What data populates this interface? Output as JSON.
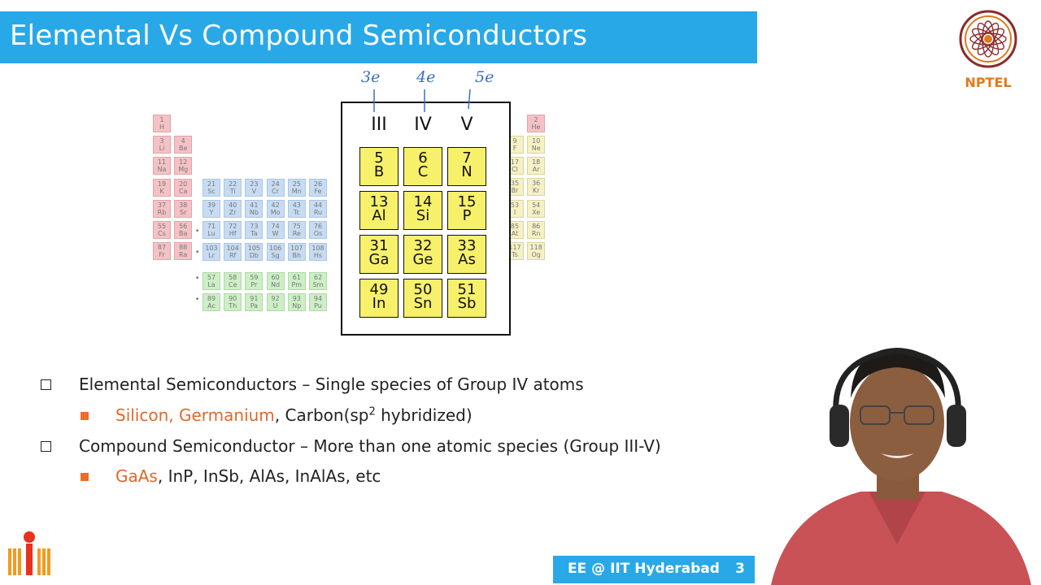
{
  "slide": {
    "title": "Elemental Vs Compound Semiconductors",
    "page_number": "3",
    "footer": "EE @ IIT Hyderabad"
  },
  "logo": {
    "label": "NPTEL"
  },
  "highlight": {
    "groups": [
      "III",
      "IV",
      "V"
    ],
    "annotations": [
      "3e",
      "4e",
      "5e"
    ],
    "elements": [
      [
        {
          "n": "5",
          "s": "B"
        },
        {
          "n": "6",
          "s": "C"
        },
        {
          "n": "7",
          "s": "N"
        }
      ],
      [
        {
          "n": "13",
          "s": "Al"
        },
        {
          "n": "14",
          "s": "Si"
        },
        {
          "n": "15",
          "s": "P"
        }
      ],
      [
        {
          "n": "31",
          "s": "Ga"
        },
        {
          "n": "32",
          "s": "Ge"
        },
        {
          "n": "33",
          "s": "As"
        }
      ],
      [
        {
          "n": "49",
          "s": "In"
        },
        {
          "n": "50",
          "s": "Sn"
        },
        {
          "n": "51",
          "s": "Sb"
        }
      ]
    ]
  },
  "periodic_table": {
    "left": [
      [
        {
          "n": "1",
          "s": "H",
          "c": "red"
        },
        null
      ],
      [
        {
          "n": "3",
          "s": "Li",
          "c": "red"
        },
        {
          "n": "4",
          "s": "Be",
          "c": "red"
        }
      ],
      [
        {
          "n": "11",
          "s": "Na",
          "c": "red"
        },
        {
          "n": "12",
          "s": "Mg",
          "c": "red"
        }
      ],
      [
        {
          "n": "19",
          "s": "K",
          "c": "red"
        },
        {
          "n": "20",
          "s": "Ca",
          "c": "red"
        }
      ],
      [
        {
          "n": "37",
          "s": "Rb",
          "c": "red"
        },
        {
          "n": "38",
          "s": "Sr",
          "c": "red"
        }
      ],
      [
        {
          "n": "55",
          "s": "Cs",
          "c": "red"
        },
        {
          "n": "56",
          "s": "Ba",
          "c": "red"
        }
      ],
      [
        {
          "n": "87",
          "s": "Fr",
          "c": "red"
        },
        {
          "n": "88",
          "s": "Ra",
          "c": "red"
        }
      ]
    ],
    "transition": [
      [
        {
          "n": "21",
          "s": "Sc"
        },
        {
          "n": "22",
          "s": "Ti"
        },
        {
          "n": "23",
          "s": "V"
        },
        {
          "n": "24",
          "s": "Cr"
        },
        {
          "n": "25",
          "s": "Mn"
        },
        {
          "n": "26",
          "s": "Fe"
        }
      ],
      [
        {
          "n": "39",
          "s": "Y"
        },
        {
          "n": "40",
          "s": "Zr"
        },
        {
          "n": "41",
          "s": "Nb"
        },
        {
          "n": "42",
          "s": "Mo"
        },
        {
          "n": "43",
          "s": "Tc"
        },
        {
          "n": "44",
          "s": "Ru"
        }
      ],
      [
        {
          "n": "71",
          "s": "Lu"
        },
        {
          "n": "72",
          "s": "Hf"
        },
        {
          "n": "73",
          "s": "Ta"
        },
        {
          "n": "74",
          "s": "W"
        },
        {
          "n": "75",
          "s": "Re"
        },
        {
          "n": "76",
          "s": "Os"
        }
      ],
      [
        {
          "n": "103",
          "s": "Lr"
        },
        {
          "n": "104",
          "s": "Rf"
        },
        {
          "n": "105",
          "s": "Db"
        },
        {
          "n": "106",
          "s": "Sg"
        },
        {
          "n": "107",
          "s": "Bh"
        },
        {
          "n": "108",
          "s": "Hs"
        }
      ]
    ],
    "f_block": [
      [
        {
          "n": "57",
          "s": "La"
        },
        {
          "n": "58",
          "s": "Ce"
        },
        {
          "n": "59",
          "s": "Pr"
        },
        {
          "n": "60",
          "s": "Nd"
        },
        {
          "n": "61",
          "s": "Pm"
        },
        {
          "n": "62",
          "s": "Sm"
        }
      ],
      [
        {
          "n": "89",
          "s": "Ac"
        },
        {
          "n": "90",
          "s": "Th"
        },
        {
          "n": "91",
          "s": "Pa"
        },
        {
          "n": "92",
          "s": "U"
        },
        {
          "n": "93",
          "s": "Np"
        },
        {
          "n": "94",
          "s": "Pu"
        }
      ]
    ],
    "right_partial": [
      [
        {
          "n": "9",
          "s": "F"
        },
        {
          "n": "10",
          "s": "Ne"
        }
      ],
      [
        {
          "n": "17",
          "s": "Cl"
        },
        {
          "n": "18",
          "s": "Ar"
        }
      ],
      [
        {
          "n": "35",
          "s": "Br"
        },
        {
          "n": "36",
          "s": "Kr"
        }
      ],
      [
        {
          "n": "53",
          "s": "I"
        },
        {
          "n": "54",
          "s": "Xe"
        }
      ],
      [
        {
          "n": "85",
          "s": "At"
        },
        {
          "n": "86",
          "s": "Rn"
        }
      ],
      [
        {
          "n": "117",
          "s": "Ts"
        },
        {
          "n": "118",
          "s": "Og"
        }
      ]
    ],
    "helium": {
      "n": "2",
      "s": "He"
    }
  },
  "bullets": {
    "b1_text": "Elemental Semiconductors – Single species of Group IV atoms",
    "b1_sub_orange": "Silicon, Germanium",
    "b1_sub_rest_a": ", Carbon(sp",
    "b1_sub_sup": "2",
    "b1_sub_rest_b": " hybridized)",
    "b2_text": "Compound Semiconductor – More than one atomic species (Group III-V)",
    "b2_sub_orange": "GaAs",
    "b2_sub_rest": ", InP, InSb, AlAs, InAlAs, etc"
  },
  "colors": {
    "title_bar": "#29a8e8",
    "accent_orange": "#e0682a",
    "highlight_yellow": "#f7f06b"
  }
}
